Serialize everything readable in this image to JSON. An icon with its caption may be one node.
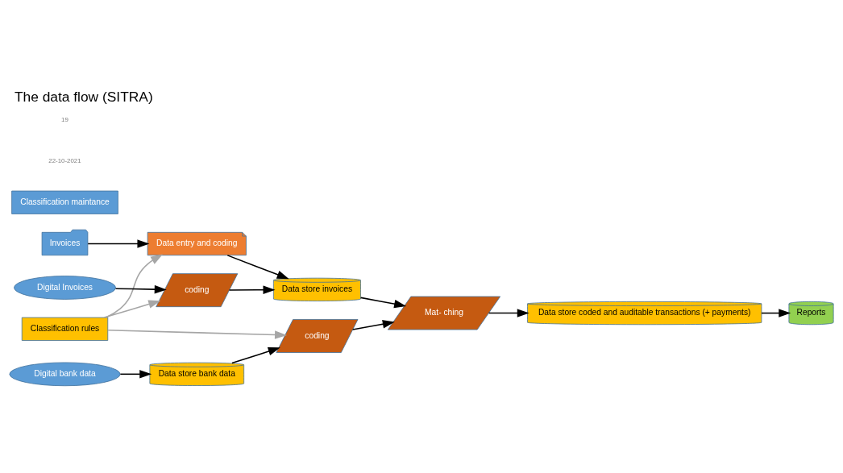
{
  "diagram": {
    "title": "The data flow (SITRA)",
    "nodes": [
      {
        "text": [
          "Invoices"
        ]
      },
      {
        "text": [
          "Data entry and coding"
        ]
      },
      {
        "text": [
          "Classification maintance"
        ]
      },
      {
        "text": [
          "Classification rules"
        ]
      },
      {
        "text": [
          "Digital Invoices"
        ]
      },
      {
        "text": [
          "coding"
        ]
      },
      {
        "text": [
          "Data store invoices"
        ]
      },
      {
        "text": [
          "Mat- ching"
        ]
      },
      {
        "text": [
          "Digital bank data"
        ]
      },
      {
        "text": [
          "Data store bank data"
        ]
      },
      {
        "text": [
          "coding"
        ]
      },
      {
        "text": [
          "Data store coded and auditable transactions (+ payments)"
        ]
      },
      {
        "text": [
          "Reports"
        ]
      }
    ],
    "edges": [
      {
        "from": 0,
        "to": 1,
        "arrow": "to"
      },
      {
        "from": 3,
        "to": 1,
        "arrow": "to",
        "color": "#a6a6a6"
      },
      {
        "from": 1,
        "to": 6,
        "arrow": "to"
      },
      {
        "from": 3,
        "to": 5,
        "arrow": "to",
        "color": "#a6a6a6"
      },
      {
        "from": 4,
        "to": 5,
        "arrow": "to"
      },
      {
        "from": 5,
        "to": 6,
        "arrow": "to"
      },
      {
        "from": 6,
        "to": 7,
        "arrow": "to"
      },
      {
        "from": 3,
        "to": 10,
        "arrow": "to",
        "color": "#a6a6a6"
      },
      {
        "from": 8,
        "to": 9,
        "arrow": "to"
      },
      {
        "from": 9,
        "to": 10,
        "arrow": "to"
      },
      {
        "from": 10,
        "to": 7,
        "arrow": "to"
      },
      {
        "from": 7,
        "to": 11,
        "arrow": "to"
      },
      {
        "from": 11,
        "to": 12,
        "arrow": "to"
      }
    ],
    "labels": [
      "22-10-2021",
      "19"
    ]
  }
}
